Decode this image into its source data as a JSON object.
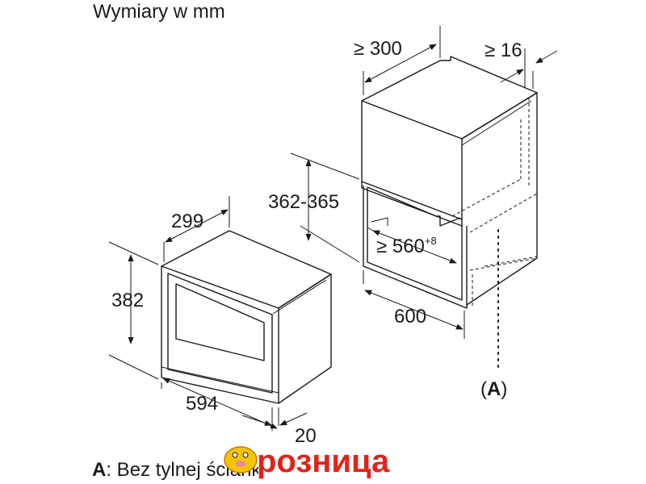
{
  "title": "Wymiary w mm",
  "dimensions": {
    "oven_depth": "299",
    "oven_height": "382",
    "oven_width": "594",
    "oven_front": "20",
    "niche_height": "362-365",
    "niche_depth": "≥ 300",
    "side_gap": "≥ 16",
    "niche_width": "≥ 560",
    "niche_width_tolerance": "+8",
    "cabinet_width": "600"
  },
  "marker": {
    "open": "(",
    "letter": "A",
    "close": ")"
  },
  "legend": {
    "key": "A",
    "text": ": Bez tylnej ściank"
  },
  "watermark": {
    "text": "розница"
  }
}
